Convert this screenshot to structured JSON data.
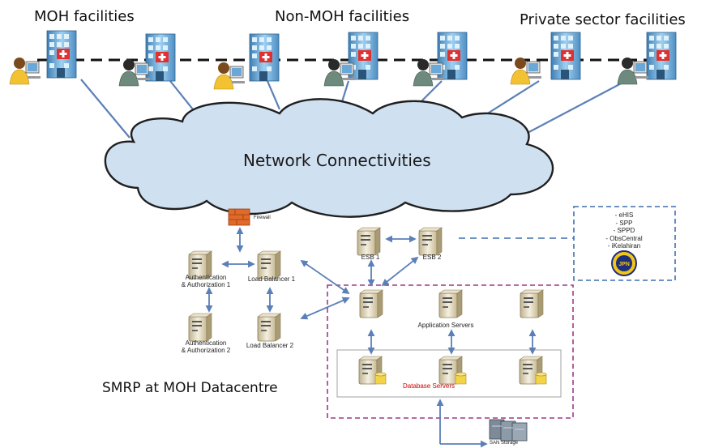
{
  "headers": {
    "moh": "MOH facilities",
    "non_moh": "Non-MOH facilities",
    "private": "Private sector facilities"
  },
  "cloud": {
    "label": "Network Connectivities"
  },
  "components": {
    "firewall": "Firewall",
    "auth1": "Authentication\n& Authorization 1",
    "auth2": "Authentication\n& Authorization 2",
    "lb1": "Load Balancer 1",
    "lb2": "Load Balancer 2",
    "esb1": "ESB 1",
    "esb2": "ESB 2",
    "app_servers": "Application Servers",
    "db_servers": "Database Servers",
    "san": "SAN Storage"
  },
  "external_systems": {
    "items": [
      "- eHIS",
      "- SPP",
      "- SPPD",
      "- ObsCentral",
      "- iKelahiran"
    ],
    "logo_text": "JPN"
  },
  "datacentre_label": "SMRP at MOH Datacentre",
  "colors": {
    "link_blue": "#5b7fb8",
    "cloud_fill": "#cfe0f1",
    "cloud_stroke": "#1f1f1f",
    "dashed_purple": "#9c3a8a",
    "dashed_blue": "#3d6fad",
    "db_label_red": "#cc0000"
  }
}
